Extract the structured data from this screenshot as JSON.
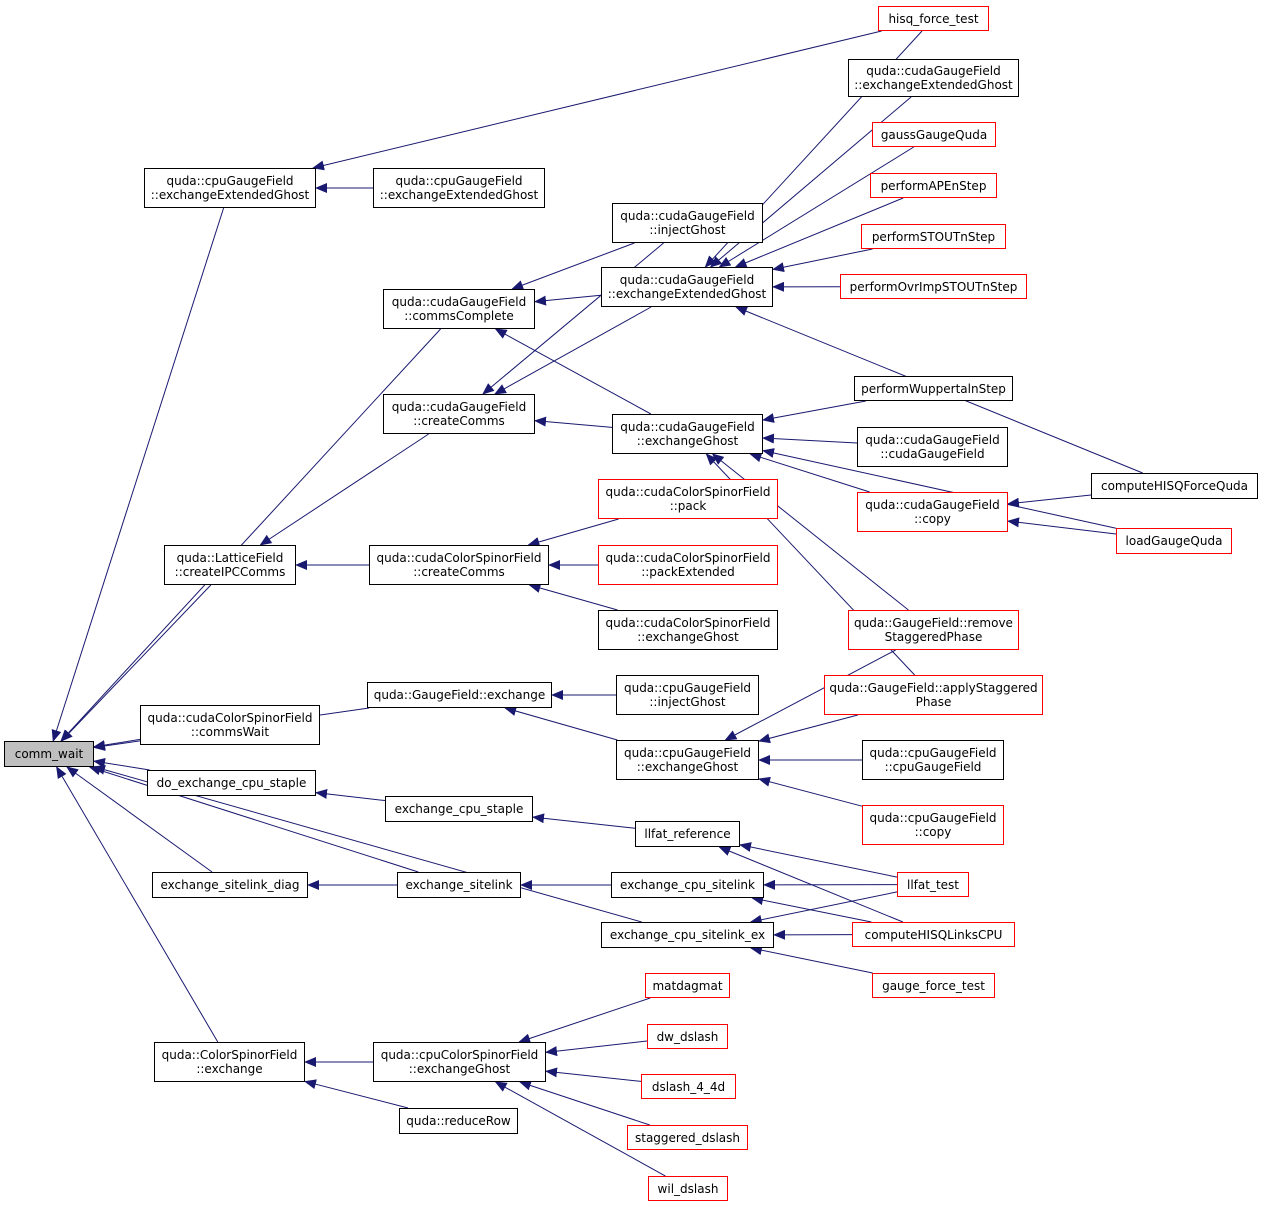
{
  "colors": {
    "edge": "#191970",
    "red_border": "#ff0000",
    "black_border": "#000000",
    "root_fill": "#bfbfbf"
  },
  "root": {
    "lines": [
      "comm_wait"
    ]
  },
  "nodes": {
    "hisq_force_test": {
      "lines": [
        "hisq_force_test"
      ],
      "style": "red"
    },
    "cuda_eeg_top": {
      "lines": [
        "quda::cudaGaugeField",
        "::exchangeExtendedGhost"
      ],
      "style": "black"
    },
    "gaussGaugeQuda": {
      "lines": [
        "gaussGaugeQuda"
      ],
      "style": "red"
    },
    "performAPEnStep": {
      "lines": [
        "performAPEnStep"
      ],
      "style": "red"
    },
    "performSTOUTnStep": {
      "lines": [
        "performSTOUTnStep"
      ],
      "style": "red"
    },
    "performOvrImpSTOUTnStep": {
      "lines": [
        "performOvrImpSTOUTnStep"
      ],
      "style": "red"
    },
    "cpu_eeg_left": {
      "lines": [
        "quda::cpuGaugeField",
        "::exchangeExtendedGhost"
      ],
      "style": "black"
    },
    "cpu_eeg_mid": {
      "lines": [
        "quda::cpuGaugeField",
        "::exchangeExtendedGhost"
      ],
      "style": "black"
    },
    "cuda_injectGhost": {
      "lines": [
        "quda::cudaGaugeField",
        "::injectGhost"
      ],
      "style": "black"
    },
    "cuda_commsComplete": {
      "lines": [
        "quda::cudaGaugeField",
        "::commsComplete"
      ],
      "style": "black"
    },
    "cuda_eeg_mid": {
      "lines": [
        "quda::cudaGaugeField",
        "::exchangeExtendedGhost"
      ],
      "style": "black"
    },
    "performWuppertalnStep": {
      "lines": [
        "performWuppertalnStep"
      ],
      "style": "black"
    },
    "cuda_createComms": {
      "lines": [
        "quda::cudaGaugeField",
        "::createComms"
      ],
      "style": "black"
    },
    "cuda_exchangeGhost": {
      "lines": [
        "quda::cudaGaugeField",
        "::exchangeGhost"
      ],
      "style": "black"
    },
    "cuda_cudaGaugeField": {
      "lines": [
        "quda::cudaGaugeField",
        "::cudaGaugeField"
      ],
      "style": "black"
    },
    "computeHISQForceQuda": {
      "lines": [
        "computeHISQForceQuda"
      ],
      "style": "black"
    },
    "cuda_copy": {
      "lines": [
        "quda::cudaGaugeField",
        "::copy"
      ],
      "style": "red"
    },
    "ccsf_pack": {
      "lines": [
        "quda::cudaColorSpinorField",
        "::pack"
      ],
      "style": "red"
    },
    "loadGaugeQuda": {
      "lines": [
        "loadGaugeQuda"
      ],
      "style": "red"
    },
    "lattice_createIPCComms": {
      "lines": [
        "quda::LatticeField",
        "::createIPCComms"
      ],
      "style": "black"
    },
    "ccsf_createComms": {
      "lines": [
        "quda::cudaColorSpinorField",
        "::createComms"
      ],
      "style": "black"
    },
    "ccsf_packExtended": {
      "lines": [
        "quda::cudaColorSpinorField",
        "::packExtended"
      ],
      "style": "red"
    },
    "ccsf_exchangeGhost": {
      "lines": [
        "quda::cudaColorSpinorField",
        "::exchangeGhost"
      ],
      "style": "black"
    },
    "gf_removeStaggeredPhase": {
      "lines": [
        "quda::GaugeField::remove",
        "StaggeredPhase"
      ],
      "style": "red"
    },
    "gf_exchange": {
      "lines": [
        "quda::GaugeField::exchange"
      ],
      "style": "black"
    },
    "cpu_injectGhost": {
      "lines": [
        "quda::cpuGaugeField",
        "::injectGhost"
      ],
      "style": "black"
    },
    "gf_applyStaggeredPhase": {
      "lines": [
        "quda::GaugeField::applyStaggered",
        "Phase"
      ],
      "style": "red"
    },
    "ccsf_commsWait": {
      "lines": [
        "quda::cudaColorSpinorField",
        "::commsWait"
      ],
      "style": "black"
    },
    "cpu_exchangeGhost": {
      "lines": [
        "quda::cpuGaugeField",
        "::exchangeGhost"
      ],
      "style": "black"
    },
    "cpu_cpuGaugeField": {
      "lines": [
        "quda::cpuGaugeField",
        "::cpuGaugeField"
      ],
      "style": "black"
    },
    "do_exchange_cpu_staple": {
      "lines": [
        "do_exchange_cpu_staple"
      ],
      "style": "black"
    },
    "exchange_cpu_staple": {
      "lines": [
        "exchange_cpu_staple"
      ],
      "style": "black"
    },
    "cpu_copy": {
      "lines": [
        "quda::cpuGaugeField",
        "::copy"
      ],
      "style": "red"
    },
    "llfat_reference": {
      "lines": [
        "llfat_reference"
      ],
      "style": "black"
    },
    "exchange_sitelink_diag": {
      "lines": [
        "exchange_sitelink_diag"
      ],
      "style": "black"
    },
    "exchange_sitelink": {
      "lines": [
        "exchange_sitelink"
      ],
      "style": "black"
    },
    "exchange_cpu_sitelink": {
      "lines": [
        "exchange_cpu_sitelink"
      ],
      "style": "black"
    },
    "llfat_test": {
      "lines": [
        "llfat_test"
      ],
      "style": "red"
    },
    "exchange_cpu_sitelink_ex": {
      "lines": [
        "exchange_cpu_sitelink_ex"
      ],
      "style": "black"
    },
    "computeHISQLinksCPU": {
      "lines": [
        "computeHISQLinksCPU"
      ],
      "style": "red"
    },
    "gauge_force_test": {
      "lines": [
        "gauge_force_test"
      ],
      "style": "red"
    },
    "matdagmat": {
      "lines": [
        "matdagmat"
      ],
      "style": "red"
    },
    "dw_dslash": {
      "lines": [
        "dw_dslash"
      ],
      "style": "red"
    },
    "csf_exchange": {
      "lines": [
        "quda::ColorSpinorField",
        "::exchange"
      ],
      "style": "black"
    },
    "cpucsf_exchangeGhost": {
      "lines": [
        "quda::cpuColorSpinorField",
        "::exchangeGhost"
      ],
      "style": "black"
    },
    "dslash_4_4d": {
      "lines": [
        "dslash_4_4d"
      ],
      "style": "red"
    },
    "reduceRow": {
      "lines": [
        "quda::reduceRow"
      ],
      "style": "black"
    },
    "staggered_dslash": {
      "lines": [
        "staggered_dslash"
      ],
      "style": "red"
    },
    "wil_dslash": {
      "lines": [
        "wil_dslash"
      ],
      "style": "red"
    }
  },
  "edges": [
    [
      "cpu_eeg_left",
      "root"
    ],
    [
      "cuda_commsComplete",
      "root"
    ],
    [
      "cuda_createComms",
      "lattice_createIPCComms"
    ],
    [
      "lattice_createIPCComms",
      "root"
    ],
    [
      "gf_exchange",
      "root"
    ],
    [
      "ccsf_commsWait",
      "root"
    ],
    [
      "do_exchange_cpu_staple",
      "root"
    ],
    [
      "exchange_sitelink_diag",
      "root"
    ],
    [
      "exchange_sitelink",
      "root"
    ],
    [
      "exchange_cpu_sitelink_ex",
      "root"
    ],
    [
      "csf_exchange",
      "root"
    ],
    [
      "hisq_force_test",
      "cpu_eeg_left"
    ],
    [
      "cpu_eeg_mid",
      "cpu_eeg_left"
    ],
    [
      "cuda_injectGhost",
      "cuda_commsComplete"
    ],
    [
      "cuda_eeg_mid",
      "cuda_commsComplete"
    ],
    [
      "cuda_exchangeGhost",
      "cuda_commsComplete"
    ],
    [
      "cuda_injectGhost",
      "cuda_createComms"
    ],
    [
      "cuda_eeg_mid",
      "cuda_createComms"
    ],
    [
      "cuda_exchangeGhost",
      "cuda_createComms"
    ],
    [
      "hisq_force_test",
      "cuda_eeg_mid"
    ],
    [
      "cuda_eeg_top",
      "cuda_eeg_mid"
    ],
    [
      "gaussGaugeQuda",
      "cuda_eeg_mid"
    ],
    [
      "performAPEnStep",
      "cuda_eeg_mid"
    ],
    [
      "performSTOUTnStep",
      "cuda_eeg_mid"
    ],
    [
      "performOvrImpSTOUTnStep",
      "cuda_eeg_mid"
    ],
    [
      "computeHISQForceQuda",
      "cuda_eeg_mid"
    ],
    [
      "performWuppertalnStep",
      "cuda_exchangeGhost"
    ],
    [
      "cuda_cudaGaugeField",
      "cuda_exchangeGhost"
    ],
    [
      "cuda_copy",
      "cuda_exchangeGhost"
    ],
    [
      "loadGaugeQuda",
      "cuda_exchangeGhost"
    ],
    [
      "gf_removeStaggeredPhase",
      "cuda_exchangeGhost"
    ],
    [
      "gf_applyStaggeredPhase",
      "cuda_exchangeGhost"
    ],
    [
      "computeHISQForceQuda",
      "cuda_copy"
    ],
    [
      "loadGaugeQuda",
      "cuda_copy"
    ],
    [
      "ccsf_createComms",
      "lattice_createIPCComms"
    ],
    [
      "ccsf_pack",
      "ccsf_createComms"
    ],
    [
      "ccsf_packExtended",
      "ccsf_createComms"
    ],
    [
      "ccsf_exchangeGhost",
      "ccsf_createComms"
    ],
    [
      "cpu_injectGhost",
      "gf_exchange"
    ],
    [
      "cpu_exchangeGhost",
      "gf_exchange"
    ],
    [
      "gf_removeStaggeredPhase",
      "cpu_exchangeGhost"
    ],
    [
      "gf_applyStaggeredPhase",
      "cpu_exchangeGhost"
    ],
    [
      "cpu_cpuGaugeField",
      "cpu_exchangeGhost"
    ],
    [
      "cpu_copy",
      "cpu_exchangeGhost"
    ],
    [
      "exchange_cpu_staple",
      "do_exchange_cpu_staple"
    ],
    [
      "llfat_reference",
      "exchange_cpu_staple"
    ],
    [
      "llfat_test",
      "llfat_reference"
    ],
    [
      "computeHISQLinksCPU",
      "llfat_reference"
    ],
    [
      "exchange_sitelink",
      "exchange_sitelink_diag"
    ],
    [
      "exchange_cpu_sitelink",
      "exchange_sitelink"
    ],
    [
      "llfat_test",
      "exchange_cpu_sitelink"
    ],
    [
      "computeHISQLinksCPU",
      "exchange_cpu_sitelink"
    ],
    [
      "llfat_test",
      "exchange_cpu_sitelink_ex"
    ],
    [
      "computeHISQLinksCPU",
      "exchange_cpu_sitelink_ex"
    ],
    [
      "gauge_force_test",
      "exchange_cpu_sitelink_ex"
    ],
    [
      "cpucsf_exchangeGhost",
      "csf_exchange"
    ],
    [
      "reduceRow",
      "csf_exchange"
    ],
    [
      "matdagmat",
      "cpucsf_exchangeGhost"
    ],
    [
      "dw_dslash",
      "cpucsf_exchangeGhost"
    ],
    [
      "dslash_4_4d",
      "cpucsf_exchangeGhost"
    ],
    [
      "staggered_dslash",
      "cpucsf_exchangeGhost"
    ],
    [
      "wil_dslash",
      "cpucsf_exchangeGhost"
    ]
  ]
}
